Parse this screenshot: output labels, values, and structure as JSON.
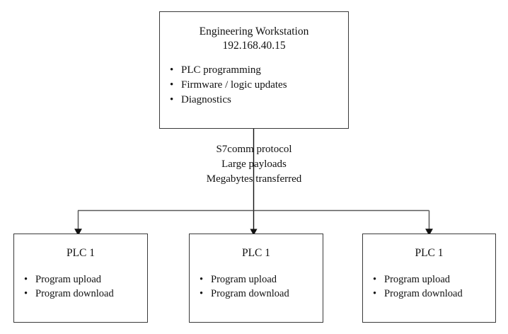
{
  "diagram": {
    "title_hidden": "",
    "workstation": {
      "name": "Engineering Workstation",
      "ip": "192.168.40.15",
      "bullets": [
        "PLC programming",
        "Firmware / logic updates",
        "Diagnostics"
      ],
      "bullet_glyph": "•"
    },
    "connector": {
      "lines": [
        "S7comm protocol",
        "Large payloads",
        "Megabytes transferred"
      ],
      "arrow_count": 3,
      "line_color": "#4a4a4a",
      "arrow_color": "#111111"
    },
    "plcs": [
      {
        "name": "PLC 1",
        "bullets": [
          "Program upload",
          "Program download"
        ]
      },
      {
        "name": "PLC 1",
        "bullets": [
          "Program upload",
          "Program download"
        ]
      },
      {
        "name": "PLC 1",
        "bullets": [
          "Program upload",
          "Program download"
        ]
      }
    ],
    "colors": {
      "background": "#ffffff",
      "box_border": "#3a3a3a",
      "text": "#111111"
    }
  }
}
